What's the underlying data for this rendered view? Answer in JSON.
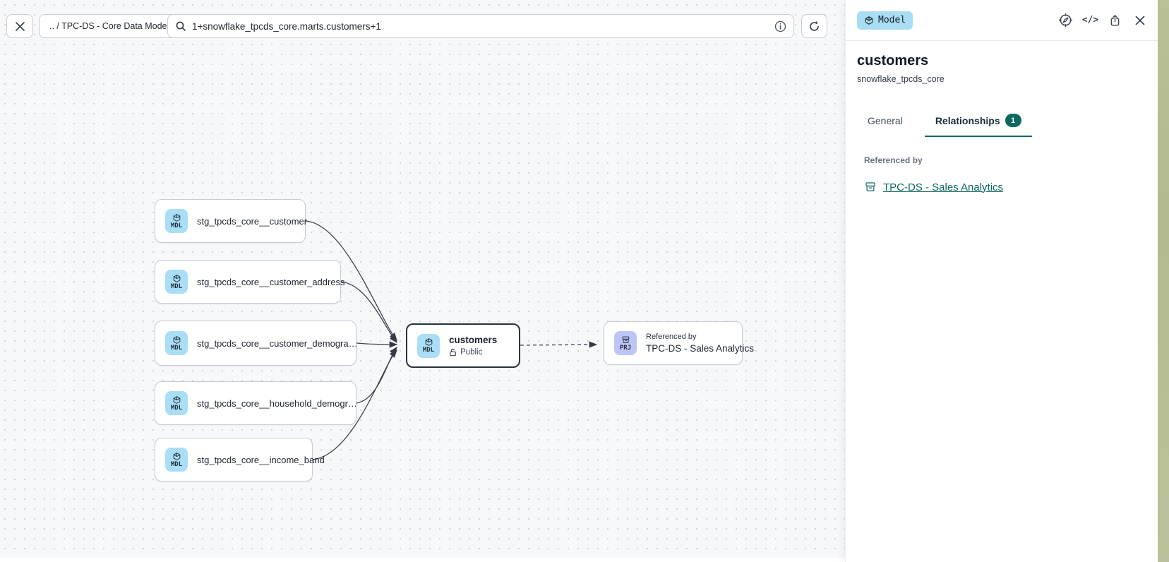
{
  "toolbar": {
    "breadcrumb": ".. / TPC-DS - Core Data Models",
    "search_value": "1+snowflake_tpcds_core.marts.customers+1"
  },
  "canvas": {
    "nodes": [
      {
        "icon_label": "MDL",
        "label": "stg_tpcds_core__customer"
      },
      {
        "icon_label": "MDL",
        "label": "stg_tpcds_core__customer_address"
      },
      {
        "icon_label": "MDL",
        "label": "stg_tpcds_core__customer_demogra…"
      },
      {
        "icon_label": "MDL",
        "label": "stg_tpcds_core__household_demogr…"
      },
      {
        "icon_label": "MDL",
        "label": "stg_tpcds_core__income_band"
      }
    ],
    "selected_node": {
      "icon_label": "MDL",
      "title": "customers",
      "access": "Public"
    },
    "referenced_node": {
      "icon_label": "PRJ",
      "top_label": "Referenced by",
      "label": "TPC-DS - Sales Analytics"
    }
  },
  "panel": {
    "type_badge": "Model",
    "title": "customers",
    "subtitle": "snowflake_tpcds_core",
    "tabs": [
      {
        "label": "General"
      },
      {
        "label": "Relationships",
        "badge": "1"
      }
    ],
    "section_label": "Referenced by",
    "reference_link": "TPC-DS - Sales Analytics"
  },
  "colors": {
    "accent_teal": "#0c695f",
    "model_badge_bg": "#a8ddf3",
    "mdl_icon_bg": "#a9def6",
    "prj_icon_bg": "#bdc4f8",
    "canvas_bg": "#f7f8fa"
  }
}
